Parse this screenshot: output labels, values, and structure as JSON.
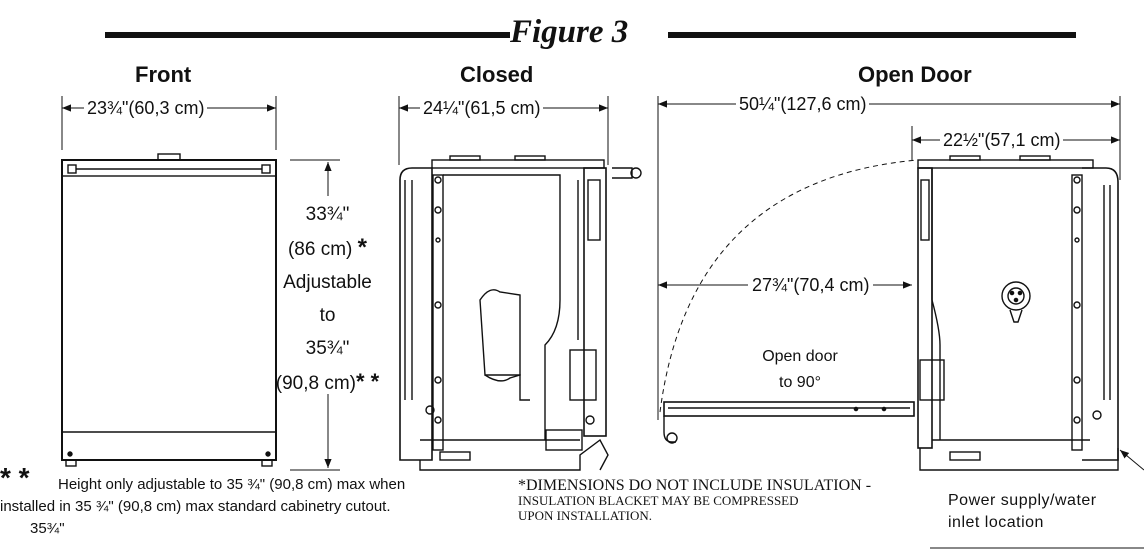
{
  "figure": {
    "title": "Figure 3",
    "colors": {
      "ink": "#111111",
      "paper": "#ffffff"
    }
  },
  "front": {
    "title": "Front",
    "width_dim": "23¾\"(60,3 cm)",
    "height_dim": {
      "l1": "33¾\"",
      "l2": "(86 cm)",
      "star1": "*",
      "l3": "Adjustable",
      "l4": "to",
      "l5": "35¾\"",
      "l6": "(90,8 cm)",
      "star2": "* *"
    }
  },
  "closed": {
    "title": "Closed",
    "width_dim": "24¼\"(61,5 cm)"
  },
  "open": {
    "title": "Open Door",
    "overall_dim": "50¼\"(127,6 cm)",
    "body_dim": "22½\"(57,1 cm)",
    "swing_dim": "27¾\"(70,4 cm)",
    "door_label_1": "Open door",
    "door_label_2": "to 90°"
  },
  "footnotes": {
    "double_star": "* *",
    "height_note_1": "Height only adjustable to 35 ¾\" (90,8 cm) max when",
    "height_note_2": "installed in 35 ¾\" (90,8 cm) max standard cabinetry cutout.",
    "height_note_3": "35¾\"",
    "insulation_1": "*Dimensions do not include insulation -",
    "insulation_2": "insulation blacket may be compressed",
    "insulation_3": "upon installation."
  },
  "callout": {
    "line1": "Power supply/water",
    "line2": "inlet location"
  }
}
